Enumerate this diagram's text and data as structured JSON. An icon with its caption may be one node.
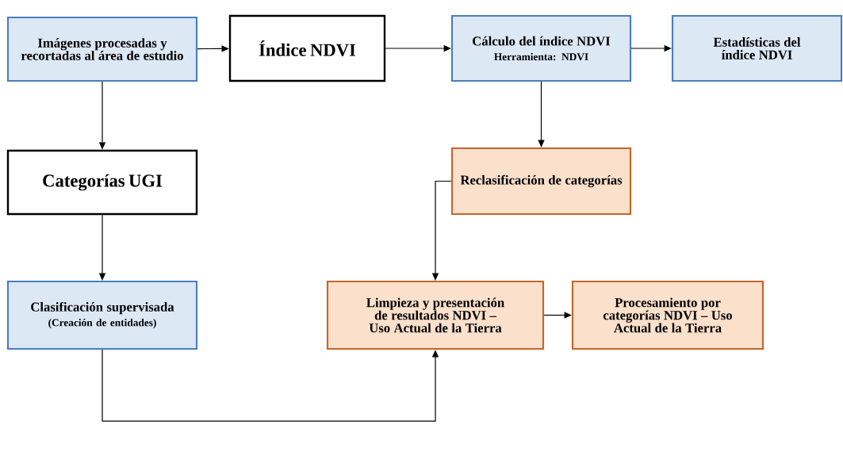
{
  "diagram": {
    "nodes": [
      {
        "text": [
          "Imágenes procesadas y recortadas al área de estudio"
        ]
      },
      {
        "text": [
          "Índice NDVI"
        ]
      },
      {
        "text": [
          "Cálculo del índice NDVI",
          "Herramienta: NDVI"
        ]
      },
      {
        "text": [
          "Estadísticas del índice NDVI"
        ]
      },
      {
        "text": [
          "Categorías UGI"
        ]
      },
      {
        "text": [
          "Reclasificación de categorías"
        ]
      },
      {
        "text": [
          "Clasificación supervisada",
          "(Creación de entidades)"
        ]
      },
      {
        "text": [
          "Limpieza y presentación de resultados NDVI – Uso Actual de la Tierra"
        ]
      },
      {
        "text": [
          "Procesamiento por categorías NDVI – Uso Actual de la Tierra"
        ]
      }
    ],
    "edges": [
      {
        "from": 0,
        "to": 1,
        "arrow": "to"
      },
      {
        "from": 1,
        "to": 2,
        "arrow": "to"
      },
      {
        "from": 2,
        "to": 3,
        "arrow": "to"
      },
      {
        "from": 0,
        "to": 4,
        "arrow": "to"
      },
      {
        "from": 2,
        "to": 5,
        "arrow": "to"
      },
      {
        "from": 4,
        "to": 6,
        "arrow": "to"
      },
      {
        "from": 5,
        "to": 7,
        "arrow": "to"
      },
      {
        "from": 6,
        "to": 7,
        "arrow": "to"
      },
      {
        "from": 7,
        "to": 8,
        "arrow": "to"
      }
    ]
  }
}
